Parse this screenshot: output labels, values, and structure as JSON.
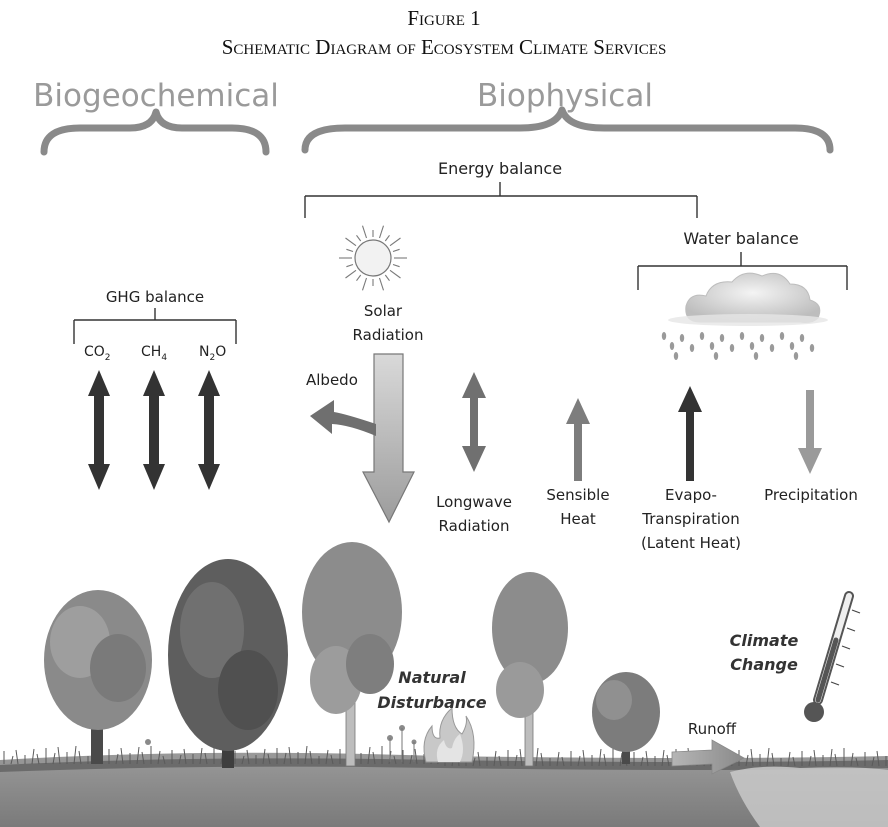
{
  "figure": {
    "label": "Figure 1",
    "title": "Schematic Diagram of Ecosystem Climate Services"
  },
  "headers": {
    "biogeochemical": "Biogeochemical",
    "biophysical": "Biophysical"
  },
  "brackets": {
    "energy_balance": "Energy balance",
    "water_balance": "Water balance",
    "ghg_balance": "GHG balance"
  },
  "gases": {
    "co2": {
      "base": "CO",
      "sub": "2"
    },
    "ch4": {
      "base": "CH",
      "sub": "4"
    },
    "n2o": {
      "base": "N",
      "sub": "2",
      "tail": "O"
    }
  },
  "fluxes": {
    "solar_line1": "Solar",
    "solar_line2": "Radiation",
    "albedo": "Albedo",
    "longwave_line1": "Longwave",
    "longwave_line2": "Radiation",
    "sensible_line1": "Sensible",
    "sensible_line2": "Heat",
    "evapo_line1": "Evapo-",
    "evapo_line2": "Transpiration",
    "evapo_line3": "(Latent Heat)",
    "precipitation": "Precipitation"
  },
  "landscape": {
    "natural_line1": "Natural",
    "natural_line2": "Disturbance",
    "runoff": "Runoff",
    "climate_line1": "Climate",
    "climate_line2": "Change"
  },
  "colors": {
    "bracket_gray": "#8a8a8a",
    "arrow_dark": "#333333",
    "arrow_mid": "#6f6f6f",
    "arrow_light": "#9a9a9a"
  },
  "icons": [
    "sun-icon",
    "cloud-rain-icon",
    "tree-icon",
    "fire-icon",
    "thermometer-icon"
  ]
}
